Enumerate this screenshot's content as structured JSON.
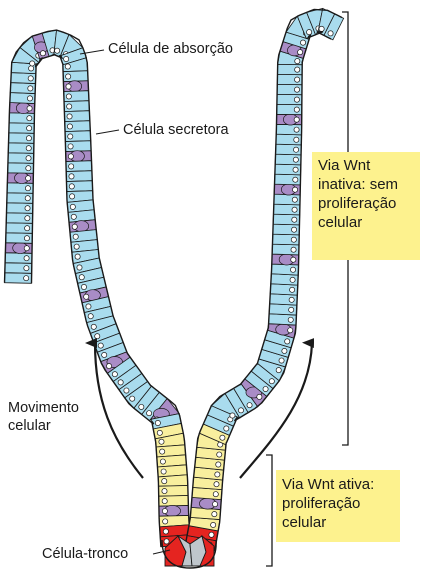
{
  "labels": {
    "absorption_cell": "Célula de absorção",
    "secretory_cell": "Célula secretora",
    "cell_movement": "Movimento\ncelular",
    "stem_cell": "Célula-tronco"
  },
  "annotations": {
    "wnt_inactive": "Via Wnt\ninativa: sem\nproliferação\ncelular",
    "wnt_active": "Via Wnt ativa:\nproliferação\ncelular"
  },
  "colors": {
    "epithelium_blue": "#a9dcee",
    "proliferative_yellow": "#f8ef9e",
    "secretory_purple": "#a98cc6",
    "stem_red": "#e52420",
    "note_yellow": "#fdf28e"
  }
}
